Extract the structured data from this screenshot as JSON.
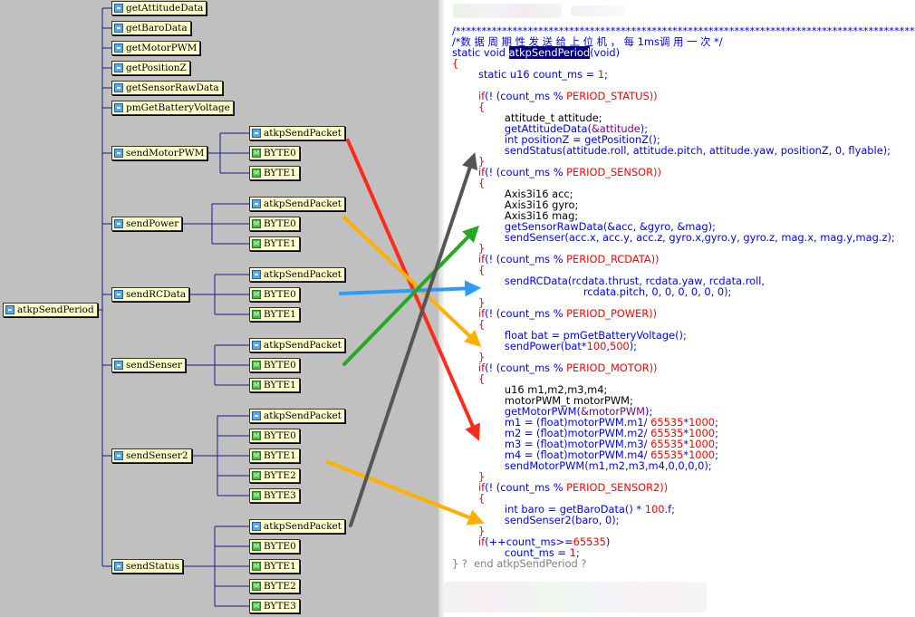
{
  "tree": {
    "root": "atkpSendPeriod",
    "level1": [
      "getAttitudeData",
      "getBaroData",
      "getMotorPWM",
      "getPositionZ",
      "getSensorRawData",
      "pmGetBatteryVoltage",
      "sendMotorPWM",
      "sendPower",
      "sendRCData",
      "sendSenser",
      "sendSenser2",
      "sendStatus"
    ],
    "children": {
      "sendMotorPWM": [
        "atkpSendPacket",
        "BYTE0",
        "BYTE1"
      ],
      "sendPower": [
        "atkpSendPacket",
        "BYTE0",
        "BYTE1"
      ],
      "sendRCData": [
        "atkpSendPacket",
        "BYTE0",
        "BYTE1"
      ],
      "sendSenser": [
        "atkpSendPacket",
        "BYTE0",
        "BYTE1"
      ],
      "sendSenser2": [
        "atkpSendPacket",
        "BYTE0",
        "BYTE1",
        "BYTE2",
        "BYTE3"
      ],
      "sendStatus": [
        "atkpSendPacket",
        "BYTE0",
        "BYTE1",
        "BYTE2",
        "BYTE3"
      ]
    }
  },
  "code": {
    "lines": [
      [
        [
          "/*****************************************************************************************",
          "cmt"
        ]
      ],
      [
        [
          "/*数 据 周 期 性 发 送 给 上 位 机 ， 每 1ms调 用 一 次 */",
          "cmt"
        ]
      ],
      [
        [
          "static void ",
          "kw"
        ],
        [
          "atkpSendPeriod",
          "sel"
        ],
        [
          "(void)",
          "kw"
        ]
      ],
      [
        [
          "{",
          "num"
        ]
      ],
      [
        [
          "        static u16 count_ms = ",
          "kw"
        ],
        [
          "1",
          "num"
        ],
        [
          ";",
          "kw"
        ]
      ],
      [
        [
          "",
          ""
        ]
      ],
      [
        [
          "        if",
          "num"
        ],
        [
          "(! (count_ms % ",
          "kw"
        ],
        [
          "PERIOD_STATUS",
          "num"
        ],
        [
          "))",
          "num"
        ]
      ],
      [
        [
          "        {",
          "num"
        ]
      ],
      [
        [
          "                attitude_t attitude;",
          ""
        ]
      ],
      [
        [
          "                getAttitudeData(",
          "kw"
        ],
        [
          "&attitude",
          "mac"
        ],
        [
          ");",
          "kw"
        ]
      ],
      [
        [
          "                int positionZ = getPositionZ();",
          "kw"
        ]
      ],
      [
        [
          "                sendStatus(attitude.roll, attitude.pitch, attitude.yaw, positionZ, 0, flyable);",
          "kw"
        ]
      ],
      [
        [
          "        }",
          "num"
        ]
      ],
      [
        [
          "        if",
          "num"
        ],
        [
          "(! (count_ms % ",
          "kw"
        ],
        [
          "PERIOD_SENSOR",
          "num"
        ],
        [
          "))",
          "num"
        ]
      ],
      [
        [
          "        {",
          "num"
        ]
      ],
      [
        [
          "                Axis3i16 acc;",
          ""
        ]
      ],
      [
        [
          "                Axis3i16 gyro;",
          ""
        ]
      ],
      [
        [
          "                Axis3i16 mag;",
          ""
        ]
      ],
      [
        [
          "                getSensorRawData(&acc, &gyro, &mag);",
          "kw"
        ]
      ],
      [
        [
          "                sendSenser(acc.x, acc.y, acc.z, gyro.x,gyro.y, gyro.z, mag.x, mag.y,mag.z);",
          "kw"
        ]
      ],
      [
        [
          "        }",
          "num"
        ]
      ],
      [
        [
          "        if",
          "num"
        ],
        [
          "(! (count_ms % ",
          "kw"
        ],
        [
          "PERIOD_RCDATA",
          "num"
        ],
        [
          "))",
          "num"
        ]
      ],
      [
        [
          "        {",
          "num"
        ]
      ],
      [
        [
          "                sendRCData(rcdata.thrust, rcdata.yaw, rcdata.roll,",
          "kw"
        ]
      ],
      [
        [
          "                                        rcdata.pitch, 0, 0, 0, 0, 0, 0);",
          "kw"
        ]
      ],
      [
        [
          "        }",
          "num"
        ]
      ],
      [
        [
          "        if",
          "num"
        ],
        [
          "(! (count_ms % ",
          "kw"
        ],
        [
          "PERIOD_POWER",
          "num"
        ],
        [
          "))",
          "num"
        ]
      ],
      [
        [
          "        {",
          "num"
        ]
      ],
      [
        [
          "                float bat = pmGetBatteryVoltage();",
          "kw"
        ]
      ],
      [
        [
          "                sendPower(bat*",
          "kw"
        ],
        [
          "100",
          "num"
        ],
        [
          ",",
          "kw"
        ],
        [
          "500",
          "num"
        ],
        [
          ");",
          "kw"
        ]
      ],
      [
        [
          "        }",
          "num"
        ]
      ],
      [
        [
          "        if",
          "num"
        ],
        [
          "(! (count_ms % ",
          "kw"
        ],
        [
          "PERIOD_MOTOR",
          "num"
        ],
        [
          "))",
          "num"
        ]
      ],
      [
        [
          "        {",
          "num"
        ]
      ],
      [
        [
          "                u16 m1,m2,m3,m4;",
          ""
        ]
      ],
      [
        [
          "                motorPWM_t motorPWM;",
          ""
        ]
      ],
      [
        [
          "                getMotorPWM(",
          "kw"
        ],
        [
          "&motorPWM",
          "mac"
        ],
        [
          ");",
          "kw"
        ]
      ],
      [
        [
          "                m1 = (float)motorPWM.m1/ ",
          "kw"
        ],
        [
          "65535",
          "num"
        ],
        [
          "*",
          "kw"
        ],
        [
          "1000",
          "num"
        ],
        [
          ";",
          "kw"
        ]
      ],
      [
        [
          "                m2 = (float)motorPWM.m2/ ",
          "kw"
        ],
        [
          "65535",
          "num"
        ],
        [
          "*",
          "kw"
        ],
        [
          "1000",
          "num"
        ],
        [
          ";",
          "kw"
        ]
      ],
      [
        [
          "                m3 = (float)motorPWM.m3/ ",
          "kw"
        ],
        [
          "65535",
          "num"
        ],
        [
          "*",
          "kw"
        ],
        [
          "1000",
          "num"
        ],
        [
          ";",
          "kw"
        ]
      ],
      [
        [
          "                m4 = (float)motorPWM.m4/ ",
          "kw"
        ],
        [
          "65535",
          "num"
        ],
        [
          "*",
          "kw"
        ],
        [
          "1000",
          "num"
        ],
        [
          ";",
          "kw"
        ]
      ],
      [
        [
          "                sendMotorPWM(m1,m2,m3,m4,0,0,0,0);",
          "kw"
        ]
      ],
      [
        [
          "        }",
          "num"
        ]
      ],
      [
        [
          "        if",
          "num"
        ],
        [
          "(! (count_ms % ",
          "kw"
        ],
        [
          "PERIOD_SENSOR2",
          "num"
        ],
        [
          "))",
          "num"
        ]
      ],
      [
        [
          "        {",
          "num"
        ]
      ],
      [
        [
          "                int baro = getBaroData() * ",
          "kw"
        ],
        [
          "100",
          "num"
        ],
        [
          ".f;",
          "kw"
        ]
      ],
      [
        [
          "                sendSenser2(baro, 0);",
          "kw"
        ]
      ],
      [
        [
          "        }",
          "num"
        ]
      ],
      [
        [
          "        if",
          "num"
        ],
        [
          "(++count_ms>=",
          "kw"
        ],
        [
          "65535",
          "num"
        ],
        [
          ")",
          "kw"
        ]
      ],
      [
        [
          "                count_ms = ",
          "kw"
        ],
        [
          "1",
          "num"
        ],
        [
          ";",
          "kw"
        ]
      ],
      [
        [
          "} ?  end atkpSendPeriod ?",
          "gray"
        ]
      ]
    ]
  },
  "colors": {
    "red": "#ff2a1a",
    "orange": "#ffb000",
    "blue": "#2b9cff",
    "green": "#22aa22",
    "gray": "#555555"
  }
}
